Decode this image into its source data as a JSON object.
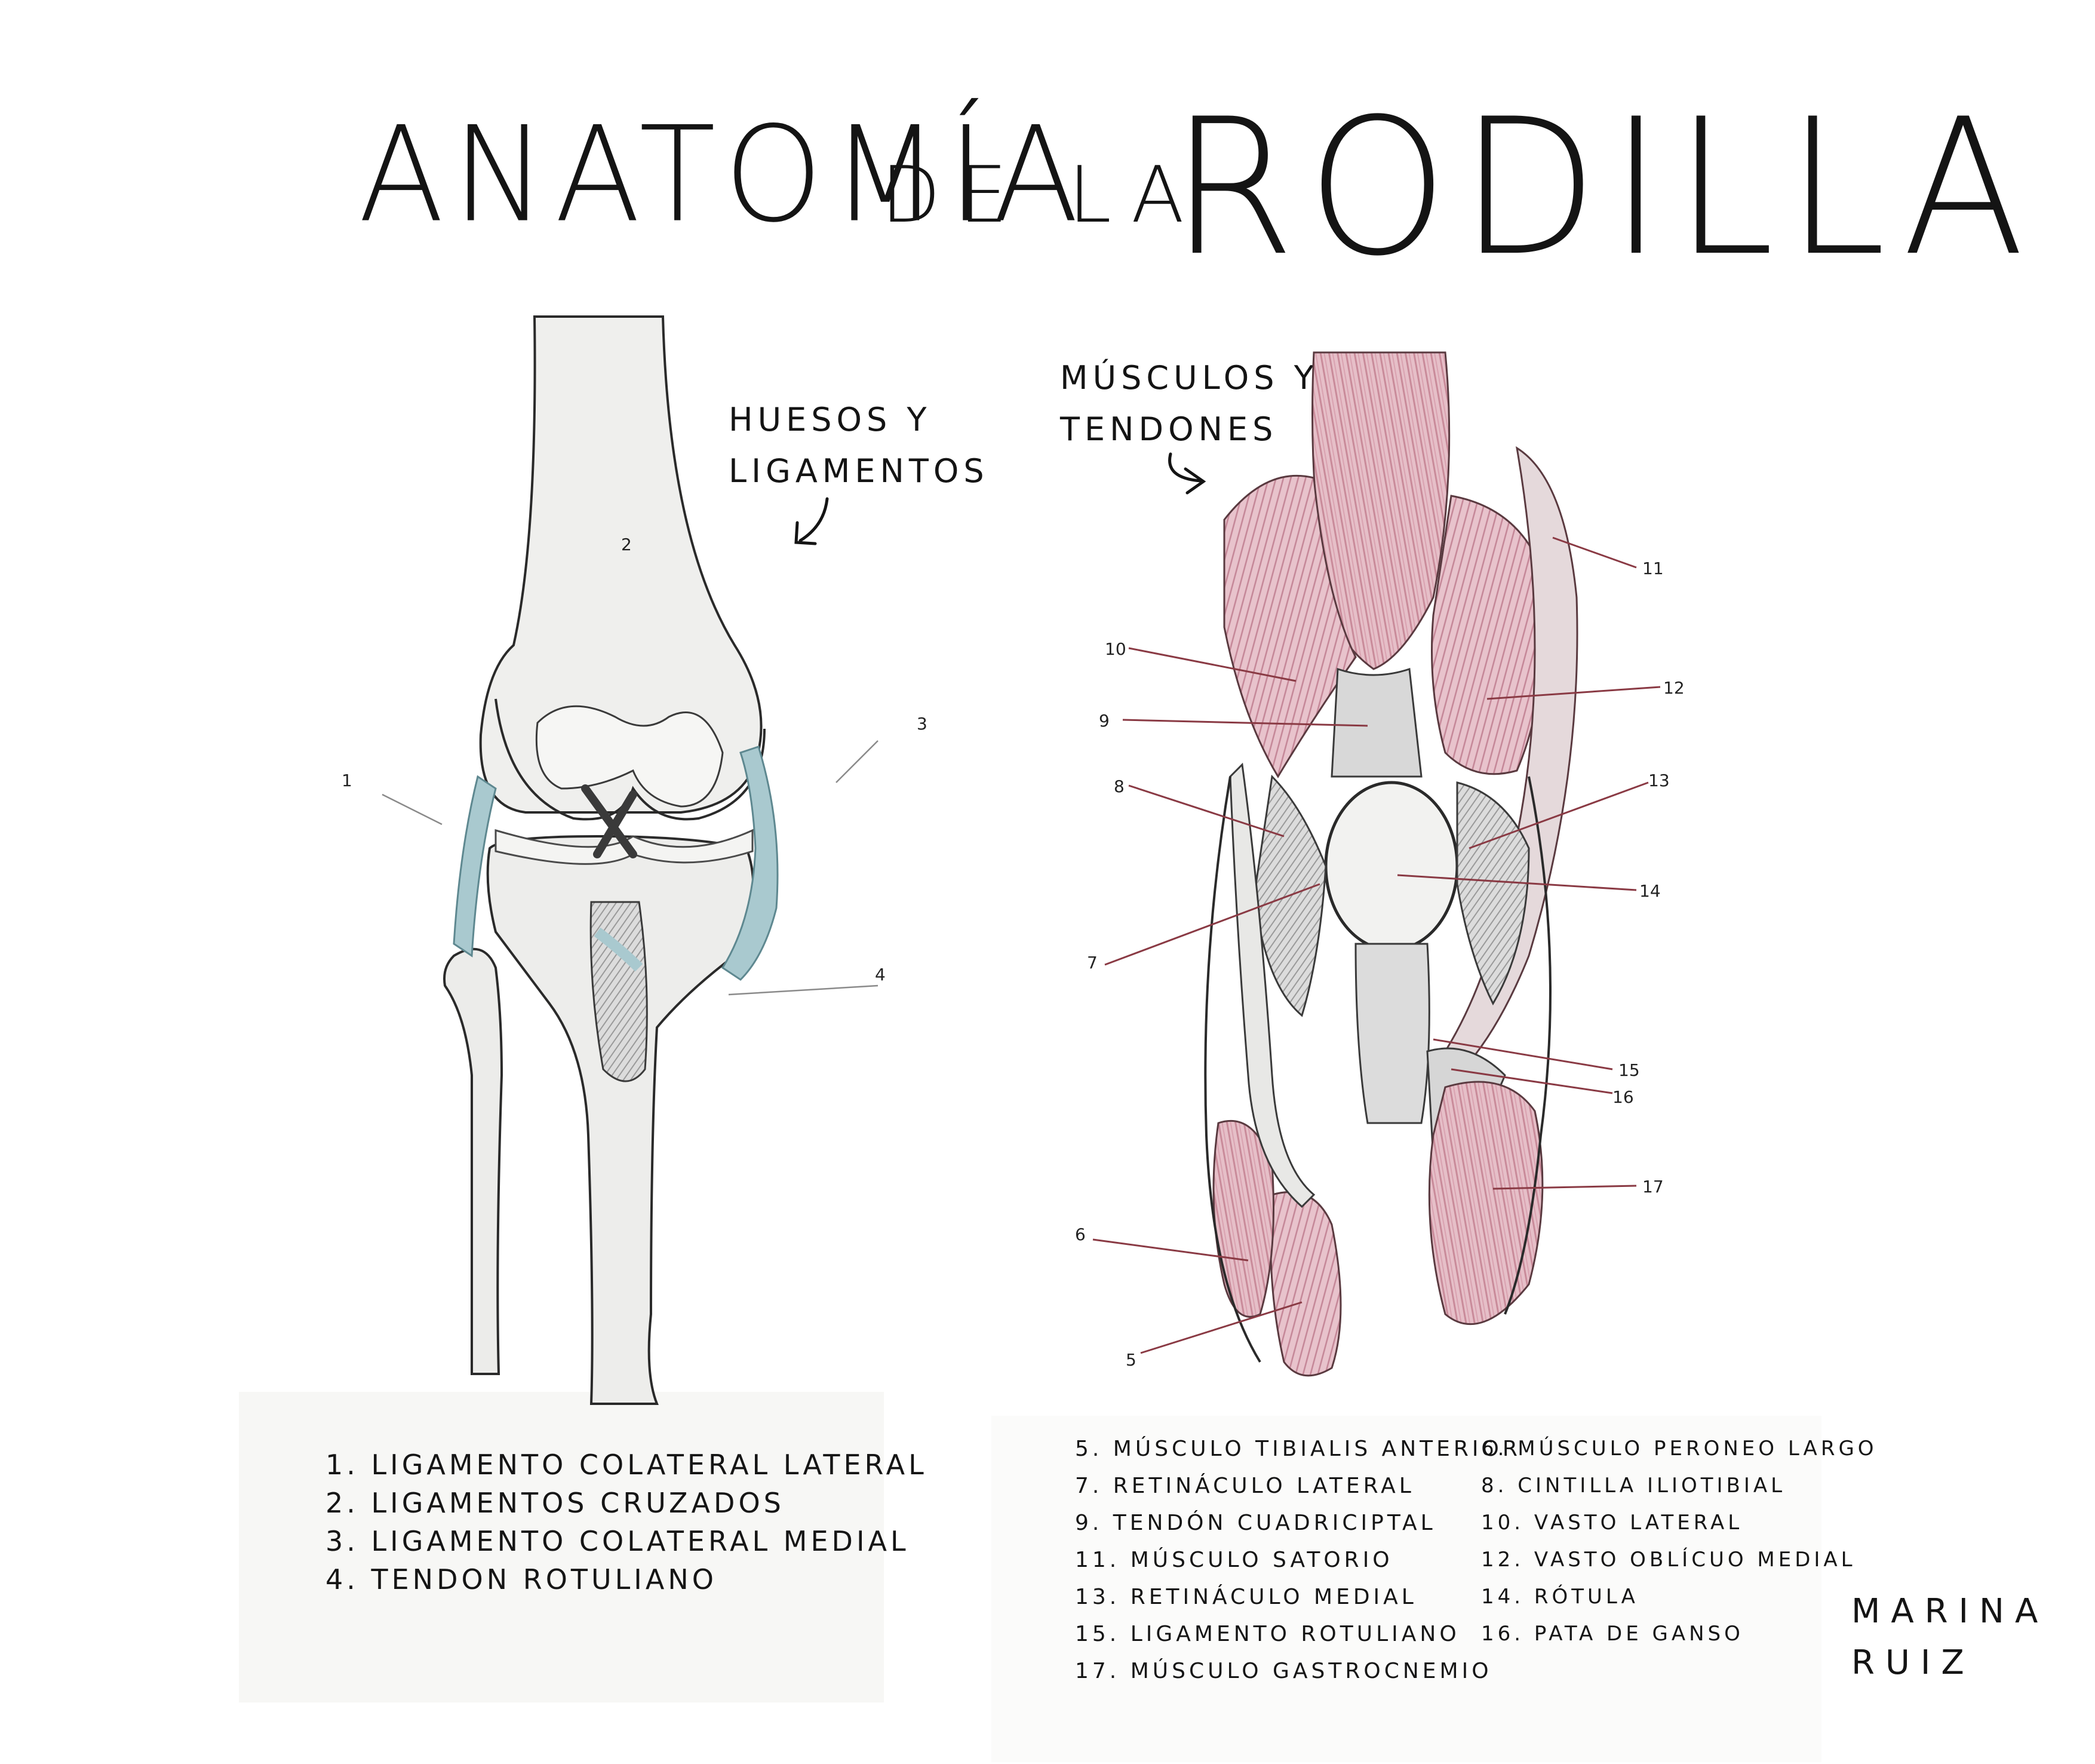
{
  "title": {
    "part1": "ANATOMÍA",
    "part2": "DE LA",
    "part3": "RODILLA"
  },
  "sections": {
    "bones": [
      "HUESOS Y",
      "LIGAMENTOS"
    ],
    "muscles": [
      "MÚSCULOS Y",
      "TENDONES"
    ]
  },
  "callouts": {
    "n1": "1",
    "n2": "2",
    "n3": "3",
    "n4": "4",
    "n5": "5",
    "n6": "6",
    "n7": "7",
    "n8": "8",
    "n9": "9",
    "n10": "10",
    "n11": "11",
    "n12": "12",
    "n13": "13",
    "n14": "14",
    "n15": "15",
    "n16": "16",
    "n17": "17"
  },
  "legend_bones": [
    "1. LIGAMENTO COLATERAL LATERAL",
    "2. LIGAMENTOS CRUZADOS",
    "3. LIGAMENTO COLATERAL MEDIAL",
    "4. TENDON ROTULIANO"
  ],
  "legend_muscles_left": [
    "5. MÚSCULO TIBIALIS ANTERIOR",
    "7. RETINÁCULO LATERAL",
    "9. TENDÓN CUADRICIPTAL",
    "11. MÚSCULO SATORIO",
    "13. RETINÁCULO MEDIAL",
    "15. LIGAMENTO ROTULIANO",
    "17. MÚSCULO GASTROCNEMIO"
  ],
  "legend_muscles_right": [
    "6. MÚSCULO PERONEO LARGO",
    "8. CINTILLA ILIOTIBIAL",
    "10. VASTO LATERAL",
    "12. VASTO OBLÍCUO MEDIAL",
    "14. RÓTULA",
    "16. PATA DE GANSO"
  ],
  "signature": [
    "MARINA",
    "RUIZ"
  ],
  "colors": {
    "ink": "#141414",
    "muscle_pink": "#d8a7b2",
    "ligament_blue": "#a9c9cf",
    "bone": "#e9e9e7",
    "leader_line": "#8a3a44"
  }
}
